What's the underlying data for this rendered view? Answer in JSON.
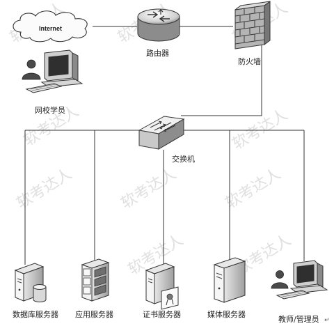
{
  "diagram": {
    "nodes": {
      "internet": "Internet",
      "router": "路由器",
      "firewall": "防火墙",
      "remote_student": "网校学员",
      "switch": "交换机",
      "db_server": "数据库服务器",
      "app_server": "应用服务器",
      "cert_server": "证书服务器",
      "media_server": "媒体服务器",
      "admin": "教师/管理员"
    },
    "watermark": "软考达人",
    "trailing_mark": "↵"
  },
  "colors": {
    "line": "#333333",
    "device_light": "#f2f2f2",
    "device_dark": "#8a8a8a",
    "watermark": "#c8c8c8"
  }
}
